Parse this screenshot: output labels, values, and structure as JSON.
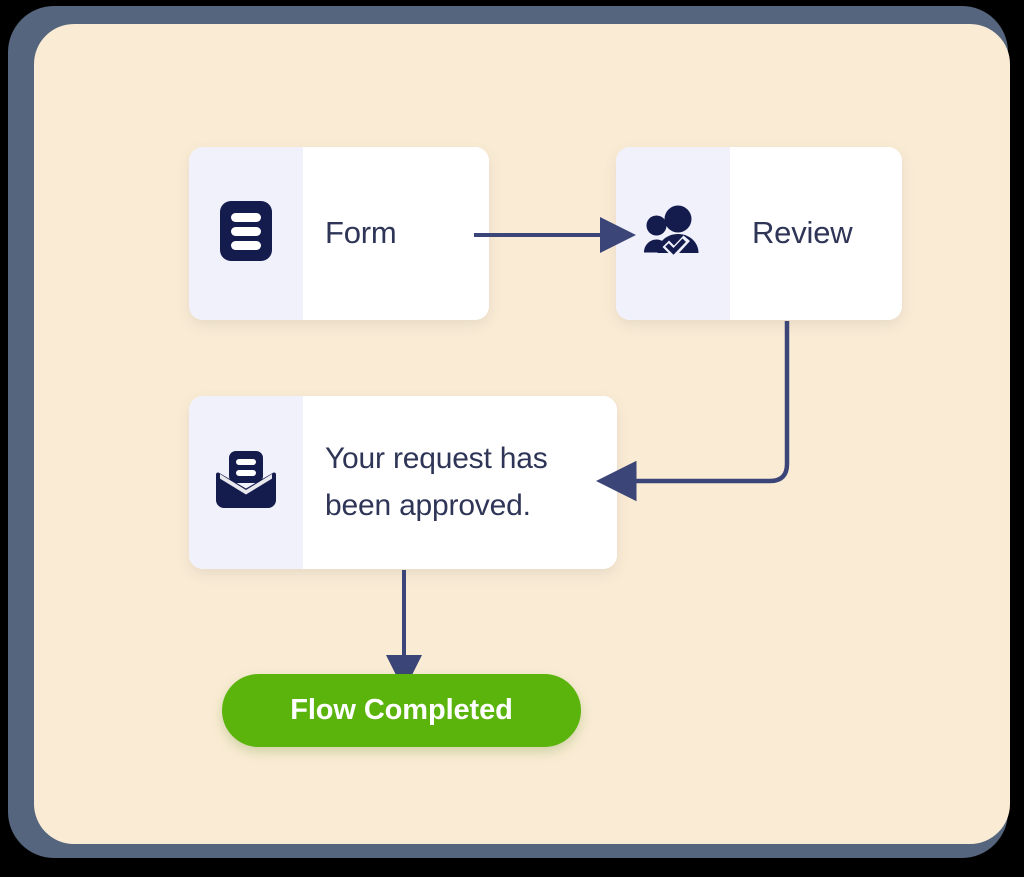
{
  "canvas": {
    "background_color": "#FAECD4",
    "frame_color": "#55657D"
  },
  "theme": {
    "card_background": "#FFFFFF",
    "icon_pane_background": "#F1F1FC",
    "icon_color": "#141B4D",
    "text_color": "#2E3556",
    "connector_color": "#3C4577",
    "success_color": "#5BB40C",
    "success_text_color": "#FFFFFF"
  },
  "flow": {
    "nodes": [
      {
        "id": "form",
        "icon": "form-document-icon",
        "label": "Form"
      },
      {
        "id": "review",
        "icon": "users-check-icon",
        "label": "Review"
      },
      {
        "id": "message",
        "icon": "open-envelope-mail-icon",
        "label": "Your request has\nbeen approved."
      }
    ],
    "connectors": [
      {
        "id": "form-to-review",
        "from": "form",
        "to": "review",
        "style": "straight-horizontal",
        "direction": "right"
      },
      {
        "id": "review-to-message",
        "from": "review",
        "to": "message",
        "style": "elbow-down-left",
        "direction": "left"
      },
      {
        "id": "message-to-completed",
        "from": "message",
        "to": "flow-completed",
        "style": "straight-vertical",
        "direction": "down"
      }
    ],
    "completion": {
      "label": "Flow Completed"
    }
  }
}
